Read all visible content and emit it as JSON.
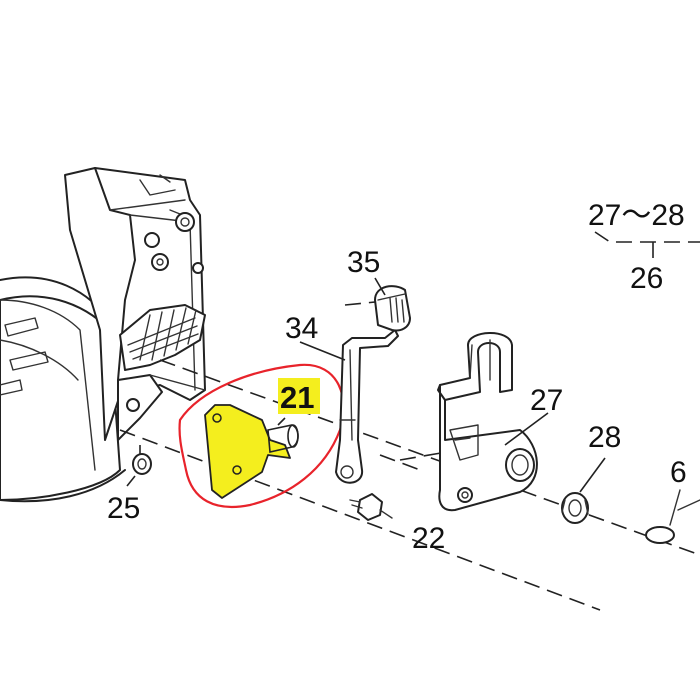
{
  "diagram": {
    "labels": {
      "l21": "21",
      "l25": "25",
      "l26": "26",
      "l27": "27",
      "l27range": "27～28",
      "l28": "28",
      "l34": "34",
      "l35": "35",
      "l6": "6",
      "l22": "22"
    },
    "colors": {
      "highlight": "#f4ee1e",
      "circle": "#e8232b",
      "ink": "#222222"
    }
  }
}
